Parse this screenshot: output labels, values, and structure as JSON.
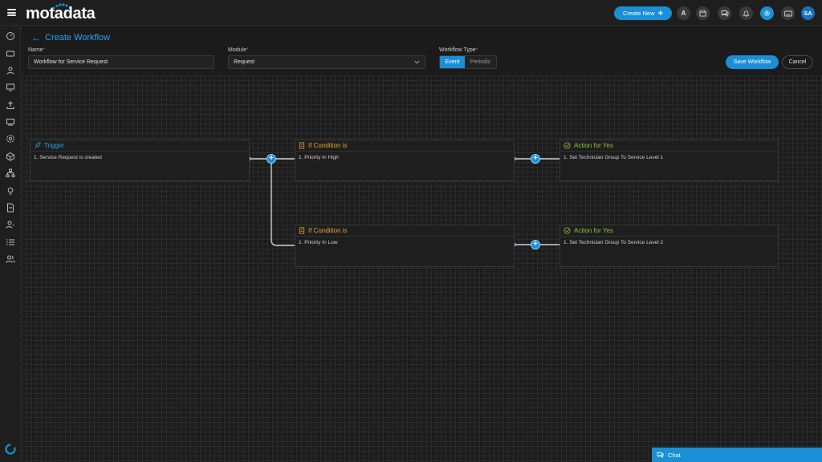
{
  "app": {
    "logo_text": "motadata"
  },
  "topbar": {
    "create_new_label": "Create New",
    "icons": [
      "apps-icon",
      "calendar-icon",
      "chat-icon",
      "bell-icon",
      "gear-icon",
      "keyboard-icon"
    ],
    "letter_button": "A",
    "user_initials": "SA"
  },
  "sidebar": {
    "items": [
      "dashboard-icon",
      "ticket-icon",
      "user-icon",
      "monitor-icon",
      "upload-icon",
      "desktop-icon",
      "settings-cog-icon",
      "package-icon",
      "hierarchy-icon",
      "bulb-icon",
      "document-icon",
      "user-tag-icon",
      "list-icon",
      "users-icon"
    ]
  },
  "header": {
    "title": "Create Workflow",
    "name_label": "Name",
    "name_value": "Workflow for Service Request",
    "module_label": "Module",
    "module_value": "Request",
    "type_label": "Workflow Type",
    "type_options": [
      "Event",
      "Periodic"
    ],
    "type_selected": "Event",
    "save_label": "Save Workflow",
    "cancel_label": "Cancel"
  },
  "workflow": {
    "trigger": {
      "title": "Trigger",
      "line": "1. Service Request is created"
    },
    "condition1": {
      "title": "If Condition is",
      "line": "1. Priority In High"
    },
    "action1": {
      "title": "Action for Yes",
      "line": "1. Set Technician Group To Service Level 1"
    },
    "condition2": {
      "title": "If Condition is",
      "line": "1. Priority In Low"
    },
    "action2": {
      "title": "Action for Yes",
      "line": "1. Set Technician Group To Service Level 2"
    }
  },
  "chat": {
    "label": "Chat"
  },
  "colors": {
    "accent": "#1a8fd6",
    "trigger": "#2aa3ea",
    "condition": "#f0a030",
    "action": "#8cc63f"
  }
}
